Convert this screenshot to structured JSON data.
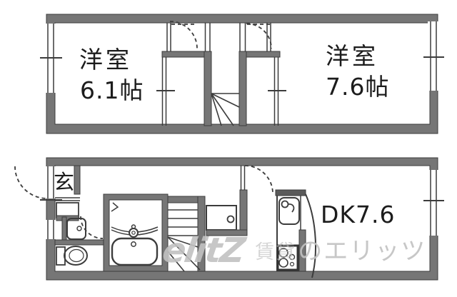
{
  "colors": {
    "wall": "#767676",
    "line": "#3c3c3c",
    "text": "#1c1c1c",
    "watermark": "#c2c2c2",
    "background": "#ffffff"
  },
  "upper_floor": {
    "rooms": [
      {
        "type_label": "洋室",
        "size_label": "6.1帖"
      },
      {
        "type_label": "洋室",
        "size_label": "7.6帖"
      }
    ]
  },
  "lower_floor": {
    "entrance_label": "玄",
    "dining_kitchen_label": "DK7.6"
  },
  "watermark": {
    "logo": "elitZ",
    "slogan_prefix": "賃貸",
    "slogan_name": "のエリッツ"
  }
}
